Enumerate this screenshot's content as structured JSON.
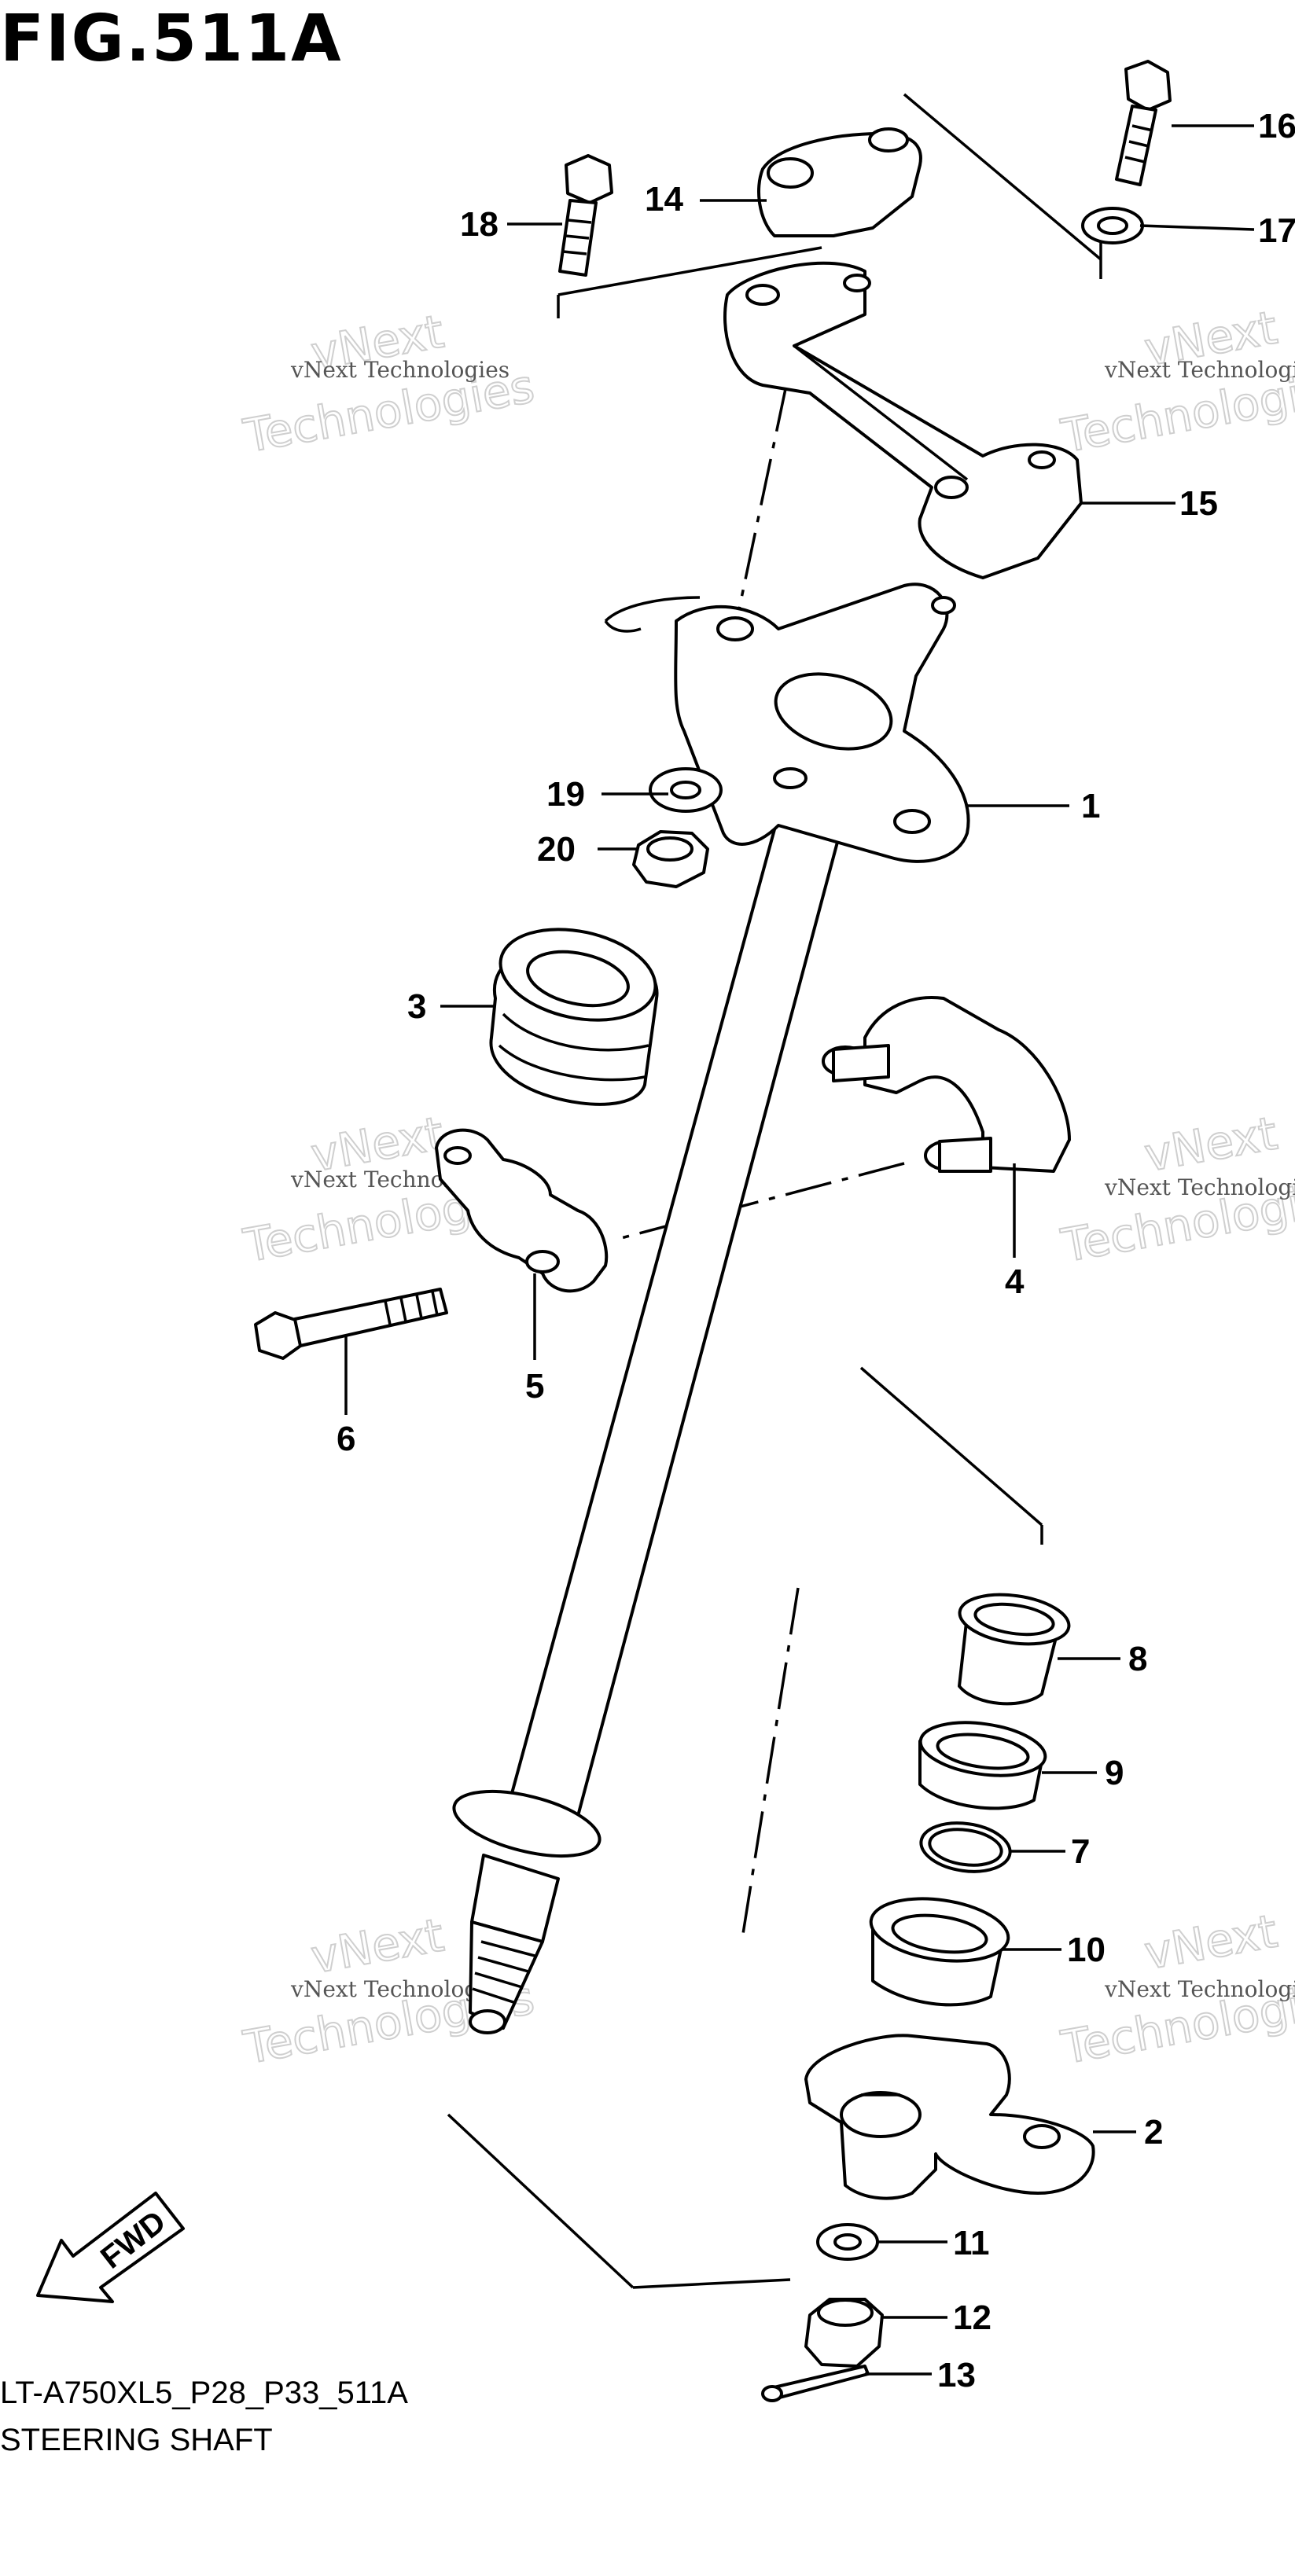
{
  "figure": {
    "title": "FIG.511A",
    "code": "LT-A750XL5_P28_P33_511A",
    "name": "STEERING SHAFT"
  },
  "fwd_label": "FWD",
  "watermark": {
    "line1": "vNext Technologies",
    "line2": "vNext",
    "line3": "Technologies"
  },
  "callouts": [
    {
      "id": "1",
      "label": "1"
    },
    {
      "id": "2",
      "label": "2"
    },
    {
      "id": "3",
      "label": "3"
    },
    {
      "id": "4",
      "label": "4"
    },
    {
      "id": "5",
      "label": "5"
    },
    {
      "id": "6",
      "label": "6"
    },
    {
      "id": "7",
      "label": "7"
    },
    {
      "id": "8",
      "label": "8"
    },
    {
      "id": "9",
      "label": "9"
    },
    {
      "id": "10",
      "label": "10"
    },
    {
      "id": "11",
      "label": "11"
    },
    {
      "id": "12",
      "label": "12"
    },
    {
      "id": "13",
      "label": "13"
    },
    {
      "id": "14",
      "label": "14"
    },
    {
      "id": "15",
      "label": "15"
    },
    {
      "id": "16",
      "label": "16"
    },
    {
      "id": "17",
      "label": "17"
    },
    {
      "id": "18",
      "label": "18"
    },
    {
      "id": "19",
      "label": "19"
    },
    {
      "id": "20",
      "label": "20"
    }
  ]
}
